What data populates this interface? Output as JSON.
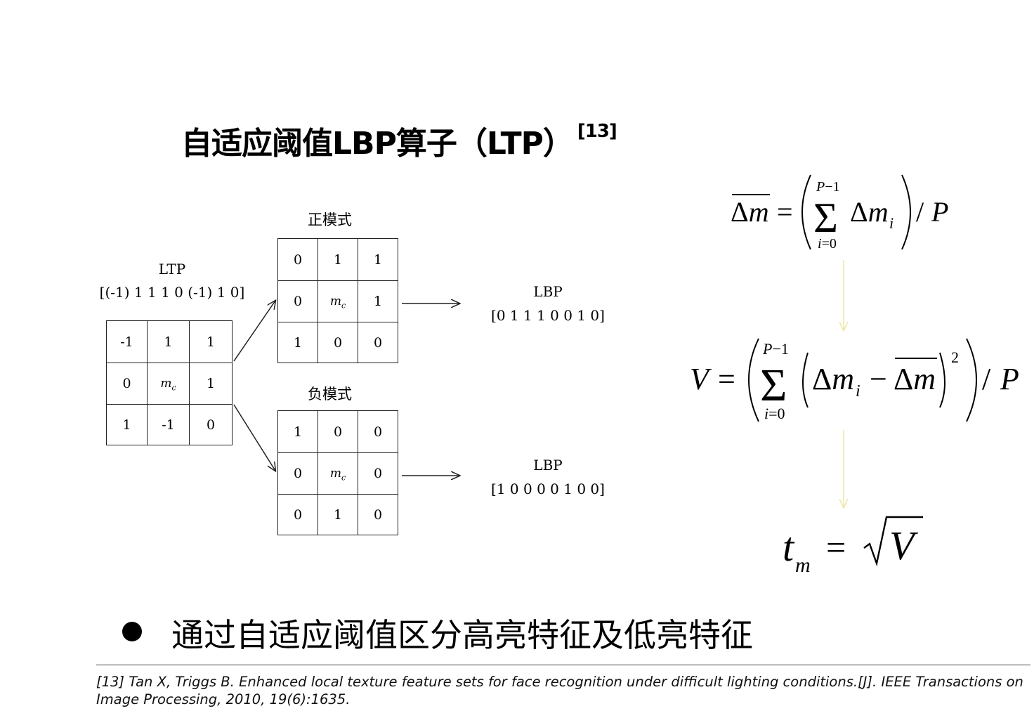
{
  "title": {
    "text": "自适应阈值LBP算子（LTP）",
    "ref_mark": "[13]"
  },
  "diagram": {
    "ltp_label": "LTP",
    "ltp_code": "[(-1) 1 1 1 0 (-1) 1 0]",
    "ltp_grid": [
      [
        "-1",
        "1",
        "1"
      ],
      [
        "0",
        "mc",
        "1"
      ],
      [
        "1",
        "-1",
        "0"
      ]
    ],
    "pos_label": "正模式",
    "pos_grid": [
      [
        "0",
        "1",
        "1"
      ],
      [
        "0",
        "mc",
        "1"
      ],
      [
        "1",
        "0",
        "0"
      ]
    ],
    "neg_label": "负模式",
    "neg_grid": [
      [
        "1",
        "0",
        "0"
      ],
      [
        "0",
        "mc",
        "0"
      ],
      [
        "0",
        "1",
        "0"
      ]
    ],
    "lbp_pos_label": "LBP",
    "lbp_pos_code": "[0 1 1 1 0 0 1 0]",
    "lbp_neg_label": "LBP",
    "lbp_neg_code": "[1 0 0 0 0 1 0 0]",
    "center_symbol": "m",
    "center_sub": "c"
  },
  "formulas": {
    "mean": "Δm̄ = (Σ_{i=0}^{P−1} Δm_i) / P",
    "variance": "V = (Σ_{i=0}^{P−1} (Δm_i − Δm̄)^2) / P",
    "threshold": "t_m = √V",
    "arrow_color": "#f3ecb0"
  },
  "bullet": {
    "text": "通过自适应阈值区分高亮特征及低亮特征"
  },
  "reference": {
    "text": "[13] Tan X, Triggs B. Enhanced local texture feature sets for face recognition under difficult lighting conditions.[J]. IEEE Transactions on Image Processing, 2010, 19(6):1635."
  }
}
